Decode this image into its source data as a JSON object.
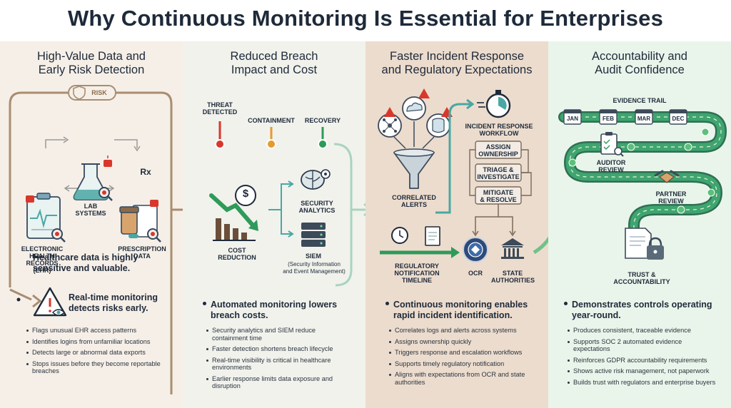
{
  "title": "Why Continuous Monitoring Is Essential for Enterprises",
  "col1": {
    "head_1": "High-Value Data and",
    "head_2": "Early Risk Detection",
    "risk_badge": "RISK",
    "lab_1": "LAB",
    "lab_2": "SYSTEMS",
    "ehr_1": "ELECTRONIC",
    "ehr_2": "HEALTH",
    "ehr_3": "RECORDS",
    "ehr_4": "(EHR)",
    "rx_1": "PRESCRIPTION",
    "rx_2": "DATA",
    "rx_symbol": "Rx",
    "main_1": "Healthcare data is highly",
    "main_2": "sensitive and valuable.",
    "alert_1": "Real-time monitoring",
    "alert_2": "detects risks early.",
    "bullets": [
      "Flags unusual EHR access patterns",
      "Identifies logins from unfamiliar locations",
      "Detects large or abnormal data exports",
      "Stops issues before they become reportable breaches"
    ]
  },
  "col2": {
    "head_1": "Reduced Breach",
    "head_2": "Impact and Cost",
    "threat_1": "THREAT",
    "threat_2": "DETECTED",
    "containment": "CONTAINMENT",
    "recovery": "RECOVERY",
    "sec_1": "SECURITY",
    "sec_2": "ANALYTICS",
    "cost_1": "COST",
    "cost_2": "REDUCTION",
    "dollar": "$",
    "siem": "SIEM",
    "siem_sub_1": "(Security Information",
    "siem_sub_2": "and Event Management)",
    "main_1": "Automated monitoring lowers",
    "main_2": "breach costs.",
    "bullets": [
      "Security analytics and SIEM reduce containment time",
      "Faster detection shortens breach lifecycle",
      "Real-time visibility is critical in healthcare environments",
      "Earlier response limits data exposure and disruption"
    ]
  },
  "col3": {
    "head_1": "Faster Incident Response",
    "head_2": "and Regulatory Expectations",
    "workflow_1": "INCIDENT RESPONSE",
    "workflow_2": "WORKFLOW",
    "assign_1": "ASSIGN",
    "assign_2": "OWNERSHIP",
    "triage_1": "TRIAGE &",
    "triage_2": "INVESTIGATE",
    "mitigate_1": "MITIGATE",
    "mitigate_2": "& RESOLVE",
    "corr_1": "CORRELATED",
    "corr_2": "ALERTS",
    "reg_1": "REGULATORY",
    "reg_2": "NOTIFICATION",
    "reg_3": "TIMELINE",
    "ocr": "OCR",
    "state_1": "STATE",
    "state_2": "AUTHORITIES",
    "main_1": "Continuous monitoring enables",
    "main_2": "rapid incident identification.",
    "bullets": [
      "Correlates logs and alerts across systems",
      "Assigns ownership quickly",
      "Triggers response and escalation workflows",
      "Supports timely regulatory notification",
      "Aligns with expectations from OCR and state authorities"
    ]
  },
  "col4": {
    "head_1": "Accountability and",
    "head_2": "Audit Confidence",
    "trail": "EVIDENCE TRAIL",
    "jan": "JAN",
    "feb": "FEB",
    "mar": "MAR",
    "dec": "DEC",
    "auditor_1": "AUDITOR",
    "auditor_2": "REVIEW",
    "partner_1": "PARTNER",
    "partner_2": "REVIEW",
    "trust_1": "TRUST &",
    "trust_2": "ACCOUNTABILITY",
    "main_1": "Demonstrates controls operating",
    "main_2": "year-round.",
    "bullets": [
      "Produces consistent, traceable evidence",
      "Supports SOC 2 automated evidence expectations",
      "Reinforces GDPR accountability requirements",
      "Shows active risk management, not paperwork",
      "Builds trust with regulators and enterprise buyers"
    ]
  },
  "colors": {
    "navy": "#1e2a3a",
    "red": "#d9372b",
    "green": "#2f9a5a",
    "teal": "#4aa7a4",
    "brown": "#9a7e62",
    "orange": "#e69a2e"
  },
  "icons": [
    "shield-icon",
    "flask-icon",
    "monitor-heart-icon",
    "pill-bottle-icon",
    "magnifier-icon",
    "warning-icon",
    "eye-icon",
    "dollar-icon",
    "brain-icon",
    "server-icon",
    "cloud-icon",
    "database-icon",
    "network-icon",
    "funnel-icon",
    "stopwatch-icon",
    "clock-icon",
    "document-icon",
    "seal-icon",
    "building-icon",
    "calendar-icon",
    "clipboard-icon",
    "handshake-icon",
    "lock-icon",
    "certificate-icon"
  ]
}
